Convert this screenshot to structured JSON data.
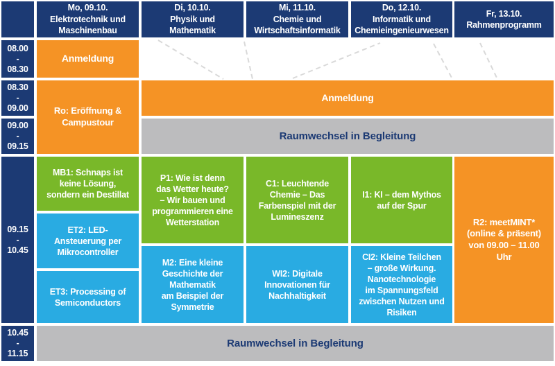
{
  "colors": {
    "navy": "#1c3a74",
    "orange": "#f59325",
    "green": "#79b829",
    "cyan": "#29abe2",
    "gray": "#bcbcbe",
    "dash_gray": "#d9d9d9"
  },
  "header": {
    "corner": "",
    "days": [
      {
        "id": "mo",
        "label": "Mo, 09.10.\nElektrotechnik und\nMaschinenbau"
      },
      {
        "id": "di",
        "label": "Di, 10.10.\nPhysik und\nMathematik"
      },
      {
        "id": "mi",
        "label": "Mi, 11.10.\nChemie und\nWirtschaftsinformatik"
      },
      {
        "id": "do",
        "label": "Do, 12.10.\nInformatik und\nChemieingenieurwesen"
      },
      {
        "id": "fr",
        "label": "Fr, 13.10.\nRahmenprogramm"
      }
    ]
  },
  "times": [
    {
      "label": "08.00\n-\n08.30"
    },
    {
      "label": "08.30\n-\n09.00"
    },
    {
      "label": "09.00\n-\n09.15"
    },
    {
      "label": "09.15\n-\n10.45"
    },
    {
      "label": "10.45\n-\n11.15"
    }
  ],
  "events": {
    "anmeldung_mo": {
      "label": "Anmeldung",
      "color": "orange"
    },
    "ro_eroeffnung": {
      "label": "Ro: Eröffnung &\nCampustour",
      "color": "orange"
    },
    "anmeldung_week": {
      "label": "Anmeldung",
      "color": "orange"
    },
    "raumwechsel_early": {
      "label": "Raumwechsel in Begleitung",
      "color": "gray"
    },
    "mb1": {
      "label": "MB1: Schnaps ist\nkeine Lösung,\nsondern ein Destillat",
      "color": "green"
    },
    "et2": {
      "label": "ET2: LED-\nAnsteuerung per\nMikrocontroller",
      "color": "cyan"
    },
    "et3": {
      "label": "ET3: Processing of\nSemiconductors",
      "color": "cyan"
    },
    "p1": {
      "label": "P1: Wie ist denn\ndas Wetter heute?\n– Wir bauen und\nprogrammieren eine\nWetterstation",
      "color": "green"
    },
    "m2": {
      "label": "M2: Eine kleine\nGeschichte der\nMathematik\nam Beispiel der\nSymmetrie",
      "color": "cyan"
    },
    "c1": {
      "label": "C1: Leuchtende\nChemie – Das\nFarbenspiel mit der\nLumineszenz",
      "color": "green"
    },
    "wi2": {
      "label": "WI2: Digitale\nInnovationen für\nNachhaltigkeit",
      "color": "cyan"
    },
    "i1": {
      "label": "I1: KI – dem Mythos\nauf der Spur",
      "color": "green"
    },
    "ci2": {
      "label": "CI2: Kleine Teilchen\n– große Wirkung.\nNanotechnologie\nim Spannungsfeld\nzwischen Nutzen und\nRisiken",
      "color": "cyan"
    },
    "r2": {
      "label": "R2: meetMINT*\n(online & präsent)\nvon 09.00 – 11.00\nUhr",
      "color": "orange"
    },
    "raumwechsel_late": {
      "label": "Raumwechsel in Begleitung",
      "color": "gray"
    }
  }
}
